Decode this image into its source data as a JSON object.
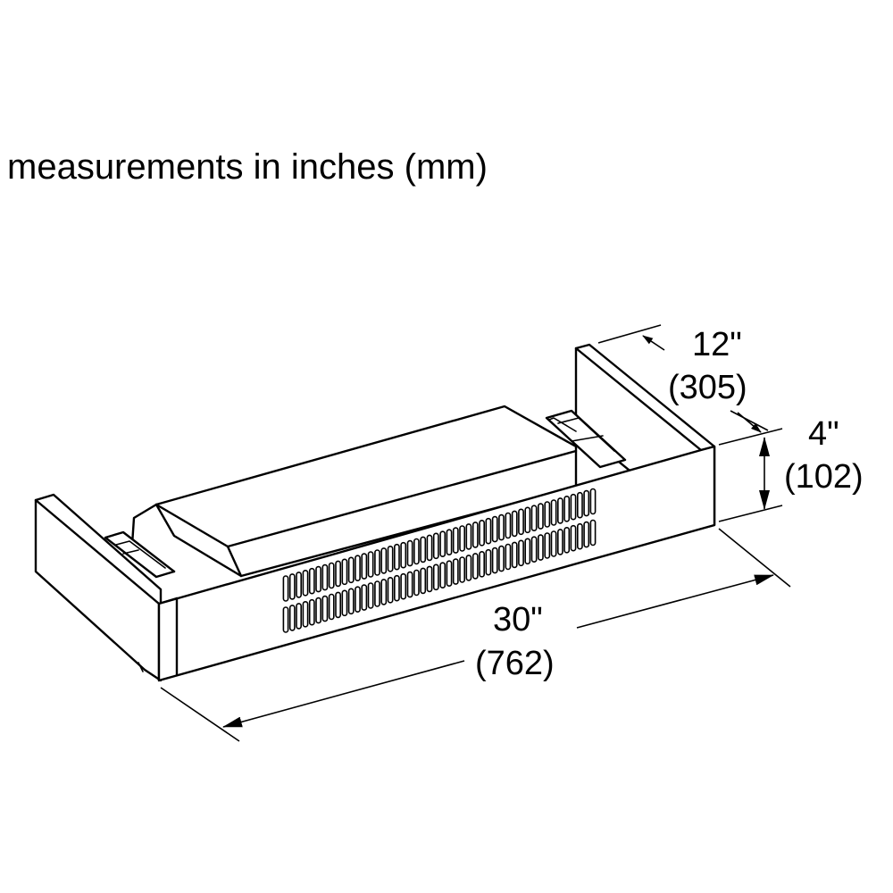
{
  "heading": "measurements in inches (mm)",
  "dimensions": {
    "depth": {
      "inches": "12\"",
      "mm": "(305)"
    },
    "height": {
      "inches": "4\"",
      "mm": "(102)"
    },
    "width": {
      "inches": "30\"",
      "mm": "(762)"
    }
  },
  "grille": {
    "rows": 2,
    "slots_per_row": 48
  }
}
